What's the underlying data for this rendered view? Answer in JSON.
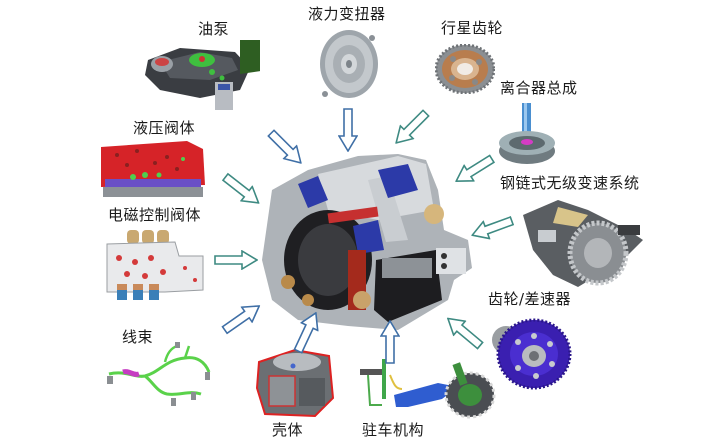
{
  "diagram": {
    "title": "",
    "center": {
      "name": "CVT transmission assembly (cutaway)"
    },
    "components": [
      {
        "id": "oil-pump",
        "label": "油泵"
      },
      {
        "id": "torque-converter",
        "label": "液力变扭器"
      },
      {
        "id": "planetary-gear",
        "label": "行星齿轮"
      },
      {
        "id": "clutch-assembly",
        "label": "离合器总成"
      },
      {
        "id": "steel-chain-cvt",
        "label": "钢链式无级变速系统"
      },
      {
        "id": "hydraulic-valve-body",
        "label": "液压阀体"
      },
      {
        "id": "solenoid-valve-body",
        "label": "电磁控制阀体"
      },
      {
        "id": "wire-harness",
        "label": "线束"
      },
      {
        "id": "housing",
        "label": "壳体"
      },
      {
        "id": "parking-mechanism",
        "label": "驻车机构"
      },
      {
        "id": "gear-differential",
        "label": "齿轮/差速器"
      }
    ],
    "colors": {
      "arrow_blue": "#3f6fa6",
      "arrow_teal": "#3e8a82",
      "label_text": "#1a1a1a"
    }
  }
}
